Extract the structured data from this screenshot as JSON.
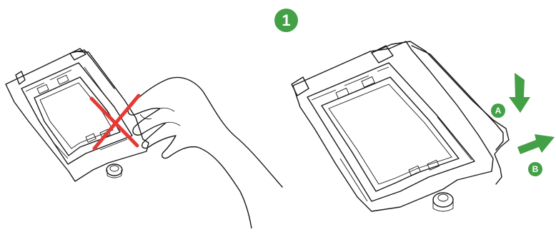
{
  "step_badge": {
    "text": "1",
    "color": "#43a047"
  },
  "arrows": {
    "a": {
      "label": "A",
      "color": "#43a047",
      "direction": "down"
    },
    "b": {
      "label": "B",
      "color": "#43a047",
      "direction": "right"
    }
  },
  "left_panel": {
    "icon": "prohibited-touch-cross-icon",
    "cross_color": "#e53935"
  },
  "colors": {
    "line": "#1a1a1a",
    "socket_fill": "#d9d9d9",
    "pad_fill": "#c8c8c8"
  }
}
